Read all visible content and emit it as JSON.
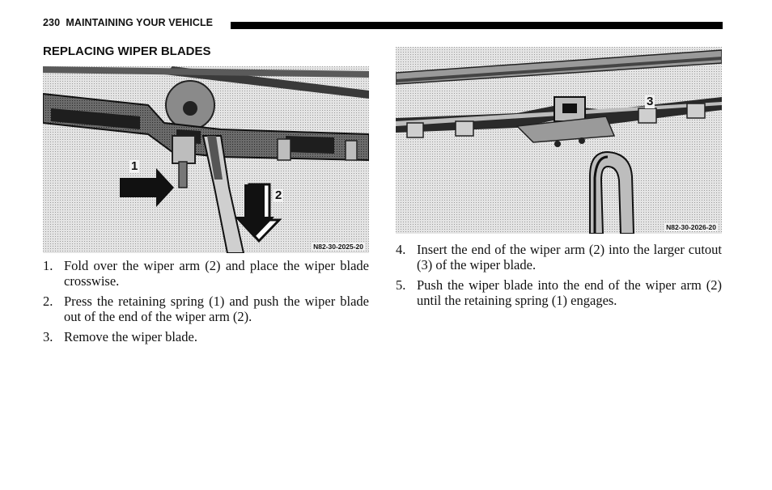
{
  "header": {
    "page_number": "230",
    "title": "MAINTAINING YOUR VEHICLE"
  },
  "section_title": "REPLACING WIPER BLADES",
  "figures": [
    {
      "id_label": "N82-30-2025-20",
      "callouts": [
        "1",
        "2"
      ]
    },
    {
      "id_label": "N82-30-2026-20",
      "callouts": [
        "3"
      ]
    }
  ],
  "steps_left": [
    {
      "number": "1.",
      "text": "Fold over the wiper arm (2) and place the wiper blade crosswise."
    },
    {
      "number": "2.",
      "text": "Press the retaining spring (1) and push the wiper blade out of the end of the wiper arm (2)."
    },
    {
      "number": "3.",
      "text": "Remove the wiper blade."
    }
  ],
  "steps_right": [
    {
      "number": "4.",
      "text": "Insert the end of the wiper arm (2) into the larger cutout (3) of the wiper blade."
    },
    {
      "number": "5.",
      "text": "Push the wiper blade into the end of the wiper arm (2) until the retaining spring (1) engages."
    }
  ]
}
